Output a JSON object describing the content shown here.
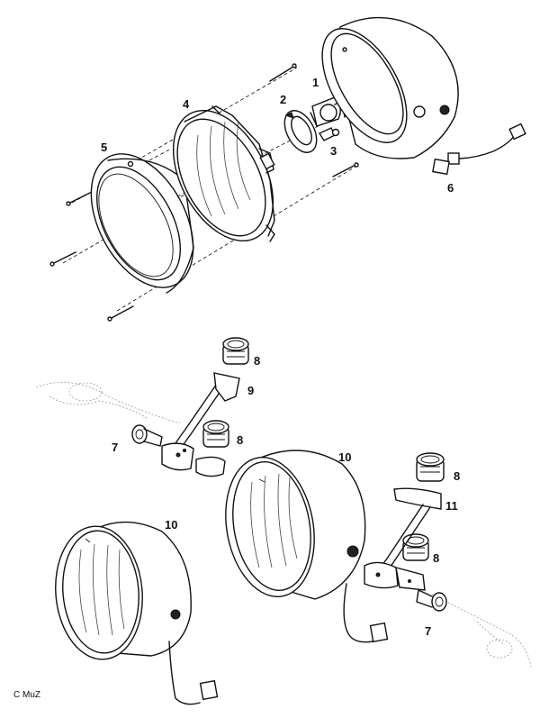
{
  "diagram": {
    "part_labels": {
      "p1": "1",
      "p2": "2",
      "p3": "3",
      "p4": "4",
      "p5": "5",
      "p6": "6",
      "p7a": "7",
      "p7b": "7",
      "p8a": "8",
      "p8b": "8",
      "p8c": "8",
      "p8d": "8",
      "p9": "9",
      "p10a": "10",
      "p10b": "10",
      "p11": "11"
    },
    "copyright": "C MuZ"
  }
}
